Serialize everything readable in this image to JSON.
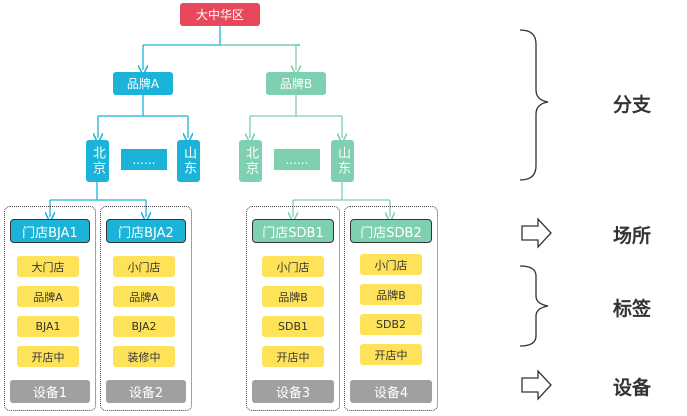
{
  "root": "大中华区",
  "brands": [
    "品牌A",
    "品牌B"
  ],
  "cities": {
    "A": [
      "北京",
      "山东"
    ],
    "B": [
      "北京",
      "山东"
    ]
  },
  "ellipsis": "......",
  "stores": [
    {
      "name": "门店BJA1",
      "tags": [
        "大门店",
        "品牌A",
        "BJA1",
        "开店中"
      ],
      "device": "设备1"
    },
    {
      "name": "门店BJA2",
      "tags": [
        "小门店",
        "品牌A",
        "BJA2",
        "装修中"
      ],
      "device": "设备2"
    },
    {
      "name": "门店SDB1",
      "tags": [
        "小门店",
        "品牌B",
        "SDB1",
        "开店中"
      ],
      "device": "设备3"
    },
    {
      "name": "门店SDB2",
      "tags": [
        "小门店",
        "品牌B",
        "SDB2",
        "开店中"
      ],
      "device": "设备4"
    }
  ],
  "labels": {
    "branch": "分支",
    "place": "场所",
    "tag": "标签",
    "device": "设备"
  },
  "colors": {
    "root": "#e8485b",
    "brandA": "#1bb3d8",
    "brandB": "#7ed0b0",
    "tag": "#fde25a",
    "device": "#a0a0a0"
  }
}
